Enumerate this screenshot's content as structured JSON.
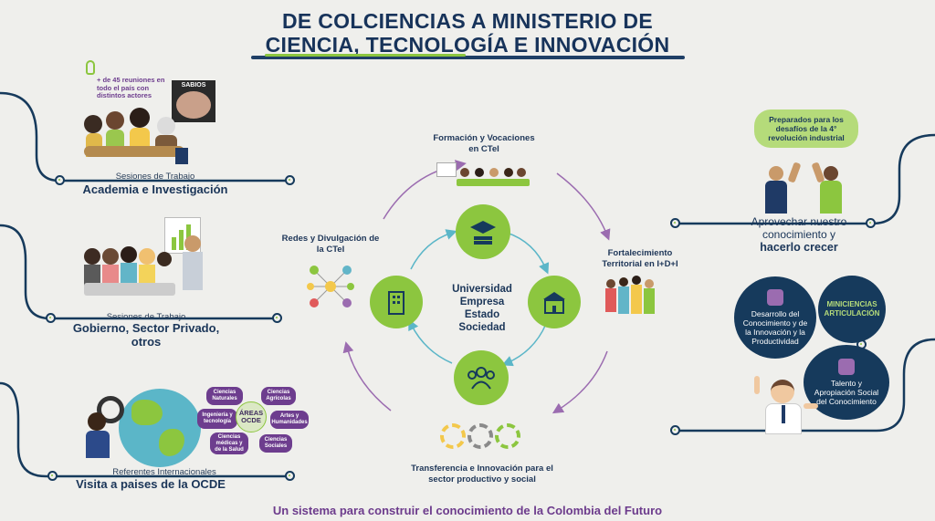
{
  "title_line1": "DE COLCIENCIAS A MINISTERIO DE",
  "title_line2": "CIENCIA, TECNOLOGÍA E INNOVACIÓN",
  "footer": "Un sistema para construir el conocimiento de la Colombia del Futuro",
  "left": {
    "meetings_note": "+ de 45 reuniones en todo el país con distintos actores",
    "book_label": "SABIOS",
    "block1_small": "Sesiones de Trabajo",
    "block1_big": "Academia e Investigación",
    "block2_small": "Sesiones de Trabajo",
    "block2_big": "Gobierno, Sector Privado, otros",
    "block3_small": "Referentes Internacionales",
    "block3_big": "Visita a paises de la OCDE"
  },
  "ocde": {
    "center": "ÁREAS OCDE",
    "areas": [
      "Ciencias Naturales",
      "Ciencias Agrícolas",
      "Ingeniería y tecnología",
      "Artes y Humanidades",
      "Ciencias médicas y de la Salud",
      "Ciencias Sociales"
    ]
  },
  "cycle": {
    "center": [
      "Universidad",
      "Empresa",
      "Estado",
      "Sociedad"
    ],
    "top": "Formación y Vocaciones en CTeI",
    "right": "Fortalecimiento Territorial en I+D+I",
    "bottom": "Transferencia e Innovación para el sector productivo y social",
    "left": "Redes y Divulgación de la CTeI"
  },
  "right": {
    "bubble": "Preparados para los desafíos de la 4° revolución industrial",
    "aprovechar_line1": "Aprovechar nuestro",
    "aprovechar_line2": "conocimiento y",
    "aprovechar_line3": "hacerlo crecer",
    "mini_line1": "MINICIENCIAS",
    "mini_line2": "ARTICULACIÓN",
    "desarrollo": "Desarrollo del Conocimiento y de la Innovación y la Productividad",
    "talento": "Talento y Apropiación Social del Conocimiento"
  },
  "colors": {
    "navy": "#163a5c",
    "green": "#8cc63f",
    "purple": "#6d3d8e",
    "teal": "#5bb6c8"
  }
}
